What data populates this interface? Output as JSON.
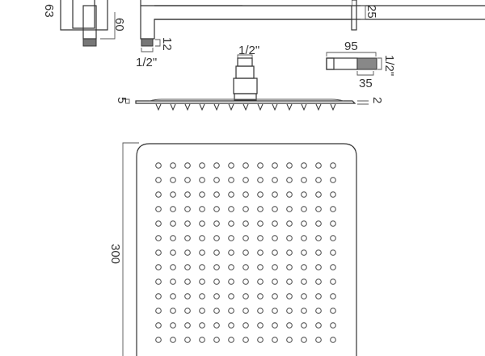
{
  "title": "Square shower head with wall arm - technical drawing",
  "dimensions": {
    "elbow_height_outer": "63",
    "elbow_height_inner": "60",
    "arm_thread_length": "12",
    "arm_thread_size": "1/2\"",
    "arm_height": "25",
    "head_connector": "1/2\"",
    "head_thickness_center": "5",
    "head_thickness_edge": "2",
    "connector_length": "95",
    "connector_thread_length": "35",
    "connector_thread_size": "1/2\"",
    "head_size": "300"
  },
  "nozzle_grid": {
    "rows": 13,
    "columns": 13
  },
  "colors": {
    "line": "#333333",
    "background": "#ffffff"
  }
}
